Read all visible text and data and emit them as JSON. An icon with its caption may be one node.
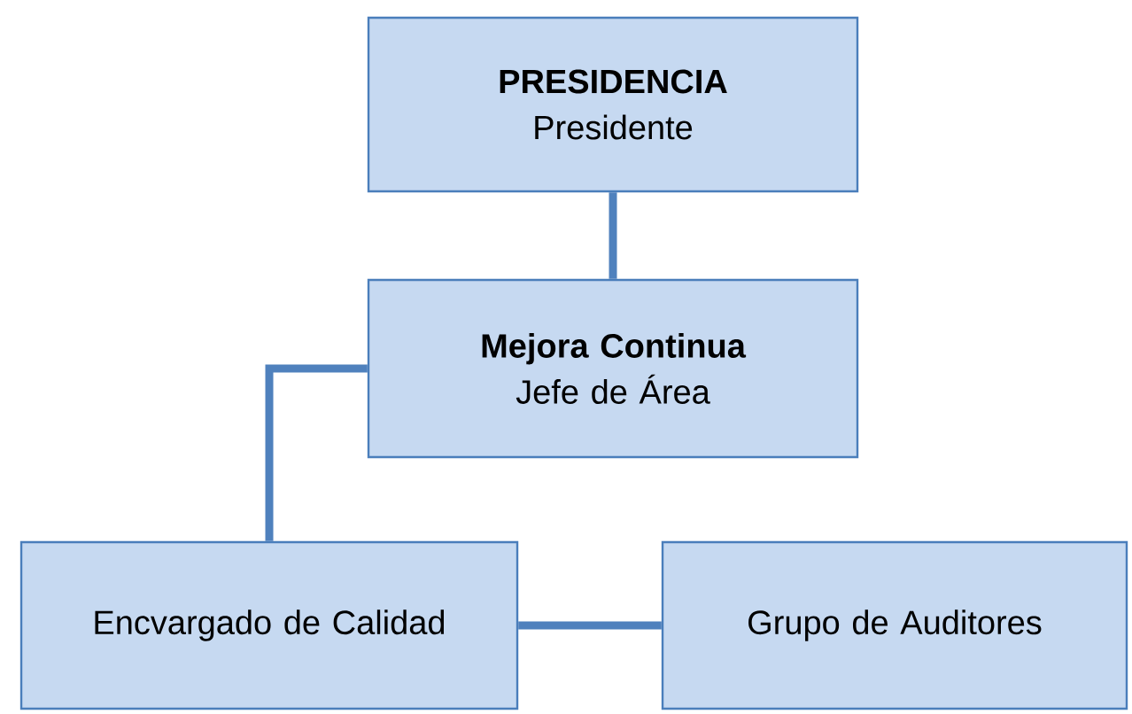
{
  "diagram": {
    "nodes": [
      {
        "text": [
          "PRESIDENCIA",
          "Presidente"
        ]
      },
      {
        "text": [
          "Mejora Continua",
          "Jefe de Área"
        ]
      },
      {
        "text": [
          "Encvargado de Calidad"
        ]
      },
      {
        "text": [
          "Grupo de Auditores"
        ]
      }
    ],
    "edges": [
      {
        "from": 0,
        "to": 1,
        "arrow": "none"
      },
      {
        "from": 1,
        "to": 2,
        "arrow": "none"
      },
      {
        "from": 2,
        "to": 3,
        "arrow": "none"
      }
    ]
  }
}
